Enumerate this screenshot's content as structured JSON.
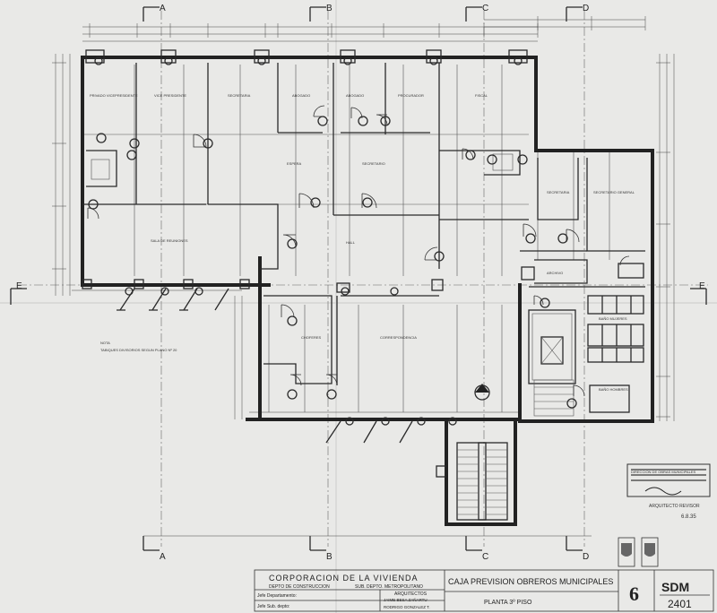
{
  "axes": {
    "a": "A",
    "b": "B",
    "c": "C",
    "d": "D",
    "e": "E"
  },
  "rooms": {
    "privado_vicepresidente": "PRIVADO VICEPRESIDENTE",
    "vice_presidente": "VICE PRESIDENTE",
    "secretaria_1": "SECRETARIA",
    "abogado_1": "ABOGADO",
    "abogado_2": "ABOGADO",
    "procurador": "PROCURADOR",
    "fiscal": "FISCAL",
    "espera": "ESPERA",
    "secretario": "SECRETARIO",
    "secretaria_2": "SECRETARIA",
    "secretario_general": "SECRETARIO GENERAL",
    "sala_reuniones": "SALA DE REUNIONES",
    "hall": "HALL",
    "archivo": "ARCHIVO",
    "bano_mujeres": "BAÑO MUJERES",
    "bano_hombres": "BAÑO HOMBRES",
    "choferes": "CHOFERES",
    "correspondencia": "CORRESPONDENCIA"
  },
  "notes": {
    "nota_1": "NOTA",
    "nota_2": "TABIQUES DIVISORIOS SEGUN PLANO Nº 20"
  },
  "stamp": {
    "line1": "DIRECCION DE OBRAS MUNICIPALES",
    "line2": "ARQUITECTO REVISOR",
    "date": "6.8.35"
  },
  "titleblock": {
    "org": "CORPORACION DE LA VIVIENDA",
    "dept": "DEPTO DE CONSTRUCCION",
    "subdept": "SUB. DEPTO. METROPOLITANO",
    "jefe_depto": "Jefe Departamento:",
    "jefe_subdepto": "Jefe Sub. depto:",
    "arquitectos": "ARQUITECTOS",
    "arq_1": "JAIME BESA ZAÑARTU",
    "arq_2": "RODRIGO GONZALEZ T.",
    "project": "CAJA PREVISION OBREROS MUNICIPALES",
    "planta": "PLANTA  3º PISO",
    "number": "6",
    "code": "SDM",
    "code_num": "2401"
  }
}
